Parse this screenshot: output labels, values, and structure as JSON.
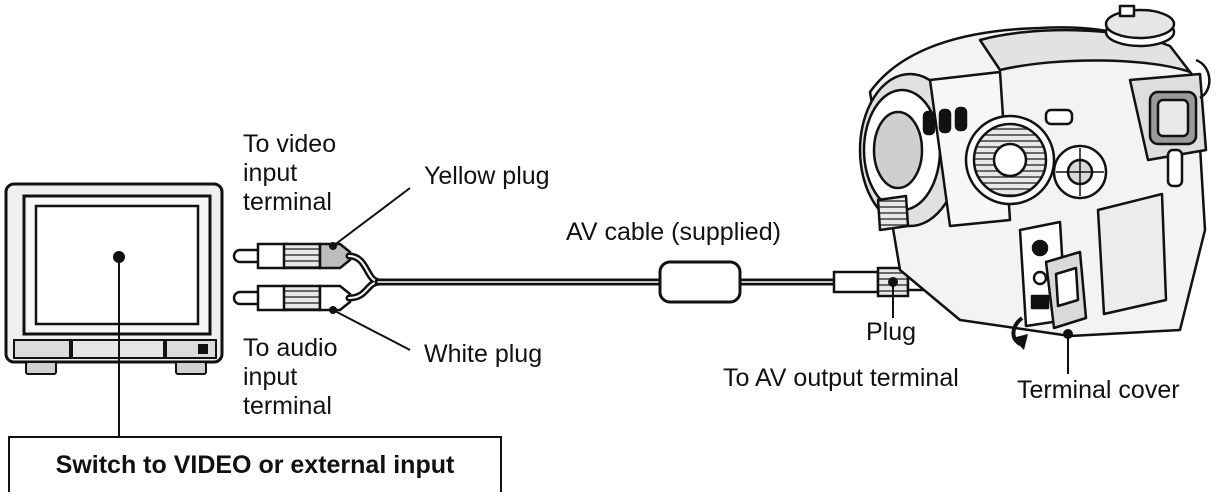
{
  "labels": {
    "video_terminal": "To video\ninput\nterminal",
    "yellow_plug": "Yellow plug",
    "av_cable": "AV cable (supplied)",
    "audio_terminal": "To audio\ninput\nterminal",
    "white_plug": "White plug",
    "plug": "Plug",
    "av_output": "To AV output terminal",
    "terminal_cover": "Terminal cover",
    "switch_instruction": "Switch to VIDEO or external input"
  },
  "colors": {
    "line": "#111111",
    "fill_light": "#f2f2f2",
    "fill_mid": "#d9d9d9",
    "fill_dark": "#8a8a8a"
  }
}
